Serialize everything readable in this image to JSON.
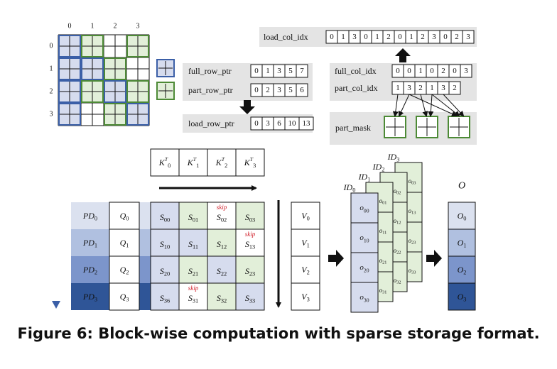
{
  "grid": {
    "col_indices": [
      "0",
      "1",
      "2",
      "3"
    ],
    "row_indices": [
      "0",
      "1",
      "2",
      "3"
    ]
  },
  "colors": {
    "blue_fill": "#d6dcee",
    "blue_border": "#3b5fa7",
    "green_fill": "#e2efd9",
    "green_border": "#4d8a36",
    "panel_gray": "#e4e4e4",
    "skip_red": "#d0202a",
    "pd_shades": [
      "#dbe1ef",
      "#b0c0e0",
      "#7c95cb",
      "#2f5597"
    ]
  },
  "row_ptr": {
    "full_label": "full_row_ptr",
    "full_values": [
      "0",
      "1",
      "3",
      "5",
      "7"
    ],
    "part_label": "part_row_ptr",
    "part_values": [
      "0",
      "2",
      "3",
      "5",
      "6"
    ],
    "load_label": "load_row_ptr",
    "load_values": [
      "0",
      "3",
      "6",
      "10",
      "13"
    ]
  },
  "col_idx": {
    "load_label": "load_col_idx",
    "load_values": [
      "0",
      "1",
      "3",
      "0",
      "1",
      "2",
      "0",
      "1",
      "2",
      "3",
      "0",
      "2",
      "3"
    ],
    "full_label": "full_col_idx",
    "full_values": [
      "0",
      "0",
      "1",
      "0",
      "2",
      "0",
      "3"
    ],
    "part_label": "part_col_idx",
    "part_values": [
      "1",
      "3",
      "2",
      "1",
      "3",
      "2"
    ],
    "mask_label": "part_mask"
  },
  "k_header": [
    "K^T_0",
    "K^T_1",
    "K^T_2",
    "K^T_3"
  ],
  "pd_labels": [
    "PD_0",
    "PD_1",
    "PD_2",
    "PD_3"
  ],
  "q_labels": [
    "Q_0",
    "Q_1",
    "Q_2",
    "Q_3"
  ],
  "s_matrix": [
    [
      "S_00",
      "S_01",
      "S_02",
      "S_03"
    ],
    [
      "S_10",
      "S_11",
      "S_12",
      "S_13"
    ],
    [
      "S_20",
      "S_21",
      "S_22",
      "S_23"
    ],
    [
      "S_36",
      "S_31",
      "S_32",
      "S_33"
    ]
  ],
  "s_kinds": [
    [
      "full",
      "part",
      "skip",
      "part"
    ],
    [
      "full",
      "full",
      "part",
      "skip"
    ],
    [
      "full",
      "part",
      "full",
      "part"
    ],
    [
      "full",
      "skip",
      "part",
      "full"
    ]
  ],
  "skip_label": "skip",
  "v_labels": [
    "V_0",
    "V_1",
    "V_2",
    "V_3"
  ],
  "id_labels": [
    "ID_0",
    "ID_1",
    "ID_2",
    "ID_3"
  ],
  "id_outputs": [
    [
      "o_00",
      "o_10",
      "o_20",
      "o_30"
    ],
    [
      "o_01",
      "o_11",
      "o_21",
      "o_31"
    ],
    [
      "o_02",
      "o_12",
      "o_22",
      "o_32"
    ],
    [
      "o_03",
      "o_13",
      "o_23",
      "o_33"
    ]
  ],
  "o_title": "O",
  "o_labels": [
    "O_0",
    "O_1",
    "O_2",
    "O_3"
  ],
  "caption": "Figure 6: Block-wise computation with sparse storage format."
}
